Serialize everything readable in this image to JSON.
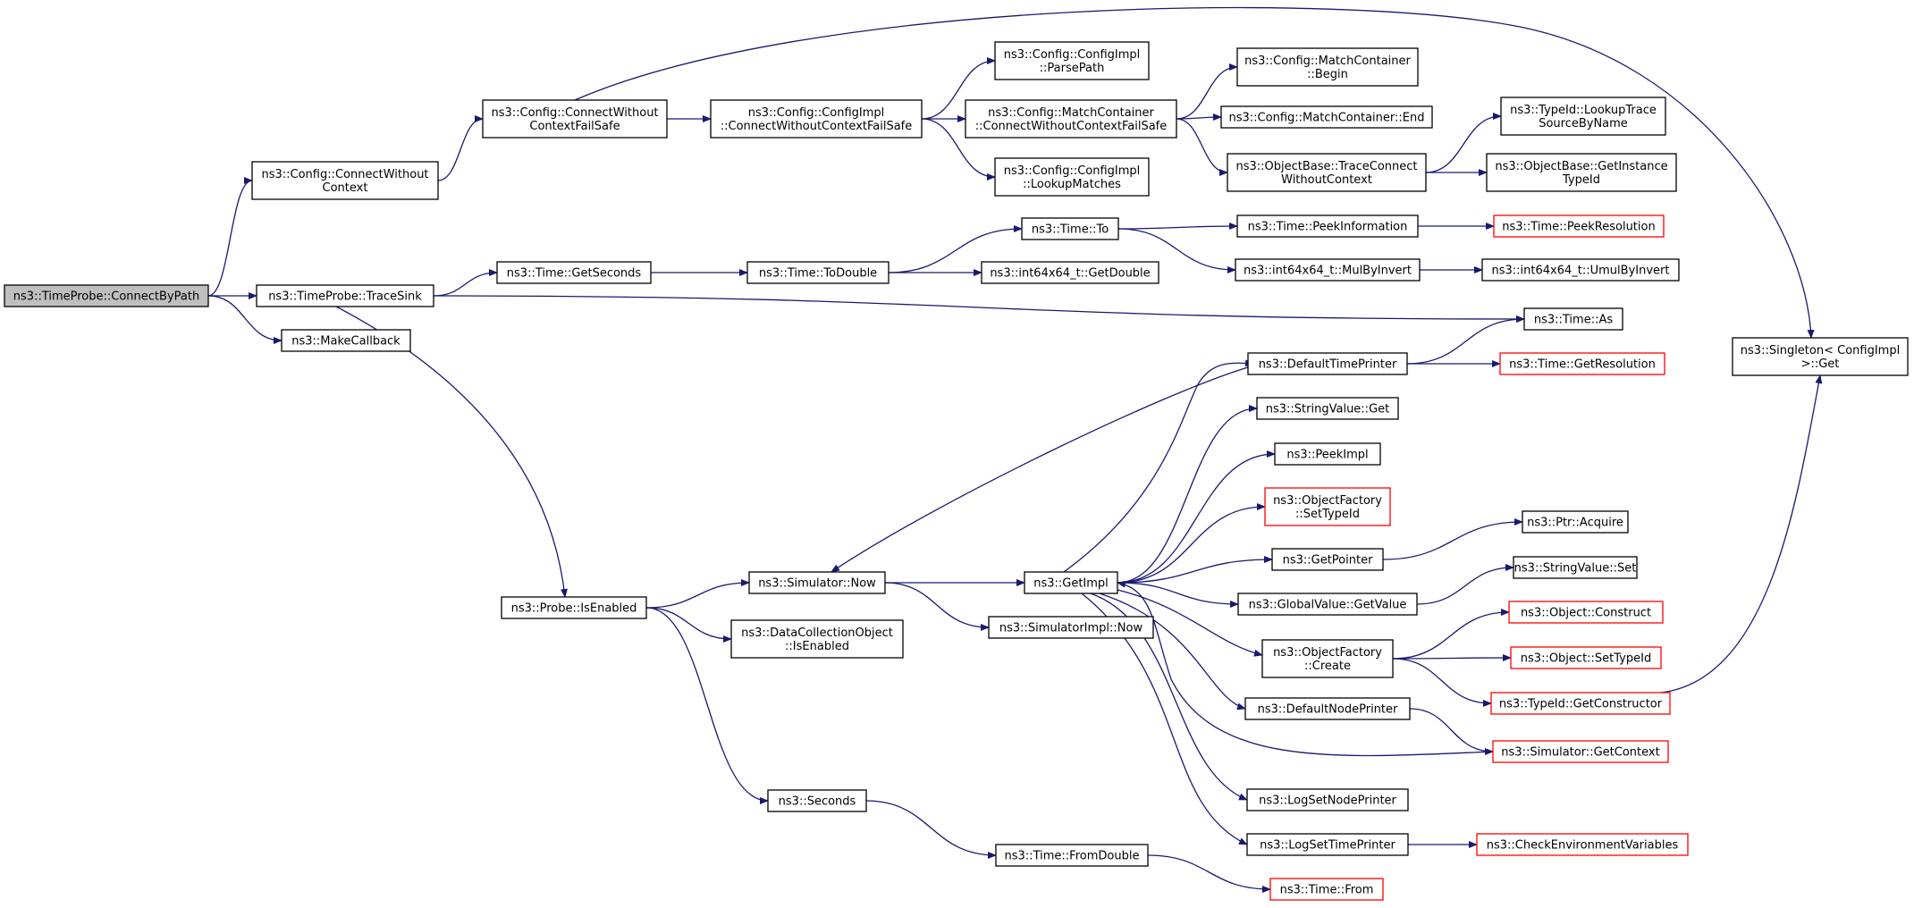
{
  "colors": {
    "edge": "#191970",
    "node_border": "#000000",
    "truncated_border": "#ff0000",
    "root_fill": "#bfbfbf"
  },
  "nodes": [
    {
      "id": "connectbypath",
      "lines": [
        "ns3::TimeProbe::ConnectByPath"
      ],
      "root": true
    },
    {
      "id": "config-connectwithoutcontext",
      "lines": [
        "ns3::Config::ConnectWithout",
        "Context"
      ]
    },
    {
      "id": "config-connectwithoutcontextfailsafe",
      "lines": [
        "ns3::Config::ConnectWithout",
        "ContextFailSafe"
      ]
    },
    {
      "id": "configimpl-connectwithoutcontextfailsafe",
      "lines": [
        "ns3::Config::ConfigImpl",
        "::ConnectWithoutContextFailSafe"
      ]
    },
    {
      "id": "configimpl-parsepath",
      "lines": [
        "ns3::Config::ConfigImpl",
        "::ParsePath"
      ]
    },
    {
      "id": "configimpl-lookupmatches",
      "lines": [
        "ns3::Config::ConfigImpl",
        "::LookupMatches"
      ]
    },
    {
      "id": "matchcontainer-connectwithoutcontextfailsafe",
      "lines": [
        "ns3::Config::MatchContainer",
        "::ConnectWithoutContextFailSafe"
      ]
    },
    {
      "id": "matchcontainer-begin",
      "lines": [
        "ns3::Config::MatchContainer",
        "::Begin"
      ]
    },
    {
      "id": "matchcontainer-end",
      "lines": [
        "ns3::Config::MatchContainer::End"
      ]
    },
    {
      "id": "objectbase-traceconnectwithoutcontext",
      "lines": [
        "ns3::ObjectBase::TraceConnect",
        "WithoutContext"
      ]
    },
    {
      "id": "typeid-lookuptracesourcebyname",
      "lines": [
        "ns3::TypeId::LookupTrace",
        "SourceByName"
      ]
    },
    {
      "id": "objectbase-getinstancetypeid",
      "lines": [
        "ns3::ObjectBase::GetInstance",
        "TypeId"
      ]
    },
    {
      "id": "singleton-get",
      "lines": [
        "ns3::Singleton< ConfigImpl",
        ">::Get"
      ]
    },
    {
      "id": "timeprobe-tracesink",
      "lines": [
        "ns3::TimeProbe::TraceSink"
      ]
    },
    {
      "id": "makecallback",
      "lines": [
        "ns3::MakeCallback"
      ]
    },
    {
      "id": "time-getseconds",
      "lines": [
        "ns3::Time::GetSeconds"
      ]
    },
    {
      "id": "time-todouble",
      "lines": [
        "ns3::Time::ToDouble"
      ]
    },
    {
      "id": "time-to",
      "lines": [
        "ns3::Time::To"
      ]
    },
    {
      "id": "int64x64-getdouble",
      "lines": [
        "ns3::int64x64_t::GetDouble"
      ]
    },
    {
      "id": "time-peekinformation",
      "lines": [
        "ns3::Time::PeekInformation"
      ]
    },
    {
      "id": "time-peekresolution",
      "lines": [
        "ns3::Time::PeekResolution"
      ],
      "truncated": true
    },
    {
      "id": "int64x64-mulbyinvert",
      "lines": [
        "ns3::int64x64_t::MulByInvert"
      ]
    },
    {
      "id": "int64x64-umulbyinvert",
      "lines": [
        "ns3::int64x64_t::UmulByInvert"
      ]
    },
    {
      "id": "time-as",
      "lines": [
        "ns3::Time::As"
      ]
    },
    {
      "id": "defaulttimeprinter",
      "lines": [
        "ns3::DefaultTimePrinter"
      ]
    },
    {
      "id": "time-getresolution",
      "lines": [
        "ns3::Time::GetResolution"
      ],
      "truncated": true
    },
    {
      "id": "stringvalue-get",
      "lines": [
        "ns3::StringValue::Get"
      ]
    },
    {
      "id": "peekimpl",
      "lines": [
        "ns3::PeekImpl"
      ]
    },
    {
      "id": "objectfactory-settypeid",
      "lines": [
        "ns3::ObjectFactory",
        "::SetTypeId"
      ],
      "truncated": true
    },
    {
      "id": "ptr-acquire",
      "lines": [
        "ns3::Ptr::Acquire"
      ]
    },
    {
      "id": "getpointer",
      "lines": [
        "ns3::GetPointer"
      ]
    },
    {
      "id": "stringvalue-set",
      "lines": [
        "ns3::StringValue::Set"
      ]
    },
    {
      "id": "globalvalue-getvalue",
      "lines": [
        "ns3::GlobalValue::GetValue"
      ]
    },
    {
      "id": "object-construct",
      "lines": [
        "ns3::Object::Construct"
      ],
      "truncated": true
    },
    {
      "id": "objectfactory-create",
      "lines": [
        "ns3::ObjectFactory",
        "::Create"
      ]
    },
    {
      "id": "object-settypeid",
      "lines": [
        "ns3::Object::SetTypeId"
      ],
      "truncated": true
    },
    {
      "id": "typeid-getconstructor",
      "lines": [
        "ns3::TypeId::GetConstructor"
      ],
      "truncated": true
    },
    {
      "id": "defaultnodeprinter",
      "lines": [
        "ns3::DefaultNodePrinter"
      ]
    },
    {
      "id": "simulator-getcontext",
      "lines": [
        "ns3::Simulator::GetContext"
      ],
      "truncated": true
    },
    {
      "id": "logsetnodeprinter",
      "lines": [
        "ns3::LogSetNodePrinter"
      ]
    },
    {
      "id": "logsettimeprinter",
      "lines": [
        "ns3::LogSetTimePrinter"
      ]
    },
    {
      "id": "checkenvironmentvariables",
      "lines": [
        "ns3::CheckEnvironmentVariables"
      ],
      "truncated": true
    },
    {
      "id": "probe-isenabled",
      "lines": [
        "ns3::Probe::IsEnabled"
      ]
    },
    {
      "id": "simulator-now",
      "lines": [
        "ns3::Simulator::Now"
      ]
    },
    {
      "id": "getimpl",
      "lines": [
        "ns3::GetImpl"
      ]
    },
    {
      "id": "datacollectionobject-isenabled",
      "lines": [
        "ns3::DataCollectionObject",
        "::IsEnabled"
      ]
    },
    {
      "id": "simulatorimpl-now",
      "lines": [
        "ns3::SimulatorImpl::Now"
      ]
    },
    {
      "id": "seconds",
      "lines": [
        "ns3::Seconds"
      ]
    },
    {
      "id": "time-fromdouble",
      "lines": [
        "ns3::Time::FromDouble"
      ]
    },
    {
      "id": "time-from",
      "lines": [
        "ns3::Time::From"
      ],
      "truncated": true
    }
  ],
  "edges": [
    [
      "connectbypath",
      "config-connectwithoutcontext"
    ],
    [
      "connectbypath",
      "timeprobe-tracesink"
    ],
    [
      "connectbypath",
      "makecallback"
    ],
    [
      "config-connectwithoutcontext",
      "config-connectwithoutcontextfailsafe"
    ],
    [
      "config-connectwithoutcontextfailsafe",
      "configimpl-connectwithoutcontextfailsafe"
    ],
    [
      "config-connectwithoutcontextfailsafe",
      "singleton-get"
    ],
    [
      "configimpl-connectwithoutcontextfailsafe",
      "configimpl-parsepath"
    ],
    [
      "configimpl-connectwithoutcontextfailsafe",
      "matchcontainer-connectwithoutcontextfailsafe"
    ],
    [
      "configimpl-connectwithoutcontextfailsafe",
      "configimpl-lookupmatches"
    ],
    [
      "matchcontainer-connectwithoutcontextfailsafe",
      "matchcontainer-begin"
    ],
    [
      "matchcontainer-connectwithoutcontextfailsafe",
      "matchcontainer-end"
    ],
    [
      "matchcontainer-connectwithoutcontextfailsafe",
      "objectbase-traceconnectwithoutcontext"
    ],
    [
      "objectbase-traceconnectwithoutcontext",
      "typeid-lookuptracesourcebyname"
    ],
    [
      "objectbase-traceconnectwithoutcontext",
      "objectbase-getinstancetypeid"
    ],
    [
      "timeprobe-tracesink",
      "time-getseconds"
    ],
    [
      "timeprobe-tracesink",
      "time-as"
    ],
    [
      "timeprobe-tracesink",
      "probe-isenabled"
    ],
    [
      "time-getseconds",
      "time-todouble"
    ],
    [
      "time-todouble",
      "time-to"
    ],
    [
      "time-todouble",
      "int64x64-getdouble"
    ],
    [
      "time-to",
      "time-peekinformation"
    ],
    [
      "time-to",
      "int64x64-mulbyinvert"
    ],
    [
      "time-peekinformation",
      "time-peekresolution"
    ],
    [
      "int64x64-mulbyinvert",
      "int64x64-umulbyinvert"
    ],
    [
      "defaulttimeprinter",
      "time-as"
    ],
    [
      "defaulttimeprinter",
      "time-getresolution"
    ],
    [
      "defaulttimeprinter",
      "simulator-now"
    ],
    [
      "probe-isenabled",
      "simulator-now"
    ],
    [
      "probe-isenabled",
      "datacollectionobject-isenabled"
    ],
    [
      "probe-isenabled",
      "seconds"
    ],
    [
      "simulator-now",
      "getimpl"
    ],
    [
      "simulator-now",
      "simulatorimpl-now"
    ],
    [
      "getimpl",
      "defaulttimeprinter"
    ],
    [
      "getimpl",
      "stringvalue-get"
    ],
    [
      "getimpl",
      "peekimpl"
    ],
    [
      "getimpl",
      "objectfactory-settypeid"
    ],
    [
      "getimpl",
      "getpointer"
    ],
    [
      "getimpl",
      "globalvalue-getvalue"
    ],
    [
      "getimpl",
      "objectfactory-create"
    ],
    [
      "getimpl",
      "defaultnodeprinter"
    ],
    [
      "getimpl",
      "logsetnodeprinter"
    ],
    [
      "getimpl",
      "logsettimeprinter"
    ],
    [
      "getpointer",
      "ptr-acquire"
    ],
    [
      "globalvalue-getvalue",
      "stringvalue-set"
    ],
    [
      "objectfactory-create",
      "object-construct"
    ],
    [
      "objectfactory-create",
      "object-settypeid"
    ],
    [
      "objectfactory-create",
      "typeid-getconstructor"
    ],
    [
      "typeid-getconstructor",
      "singleton-get"
    ],
    [
      "defaultnodeprinter",
      "simulator-getcontext"
    ],
    [
      "simulator-getcontext",
      "getimpl"
    ],
    [
      "logsettimeprinter",
      "checkenvironmentvariables"
    ],
    [
      "seconds",
      "time-fromdouble"
    ],
    [
      "time-fromdouble",
      "time-from"
    ]
  ]
}
